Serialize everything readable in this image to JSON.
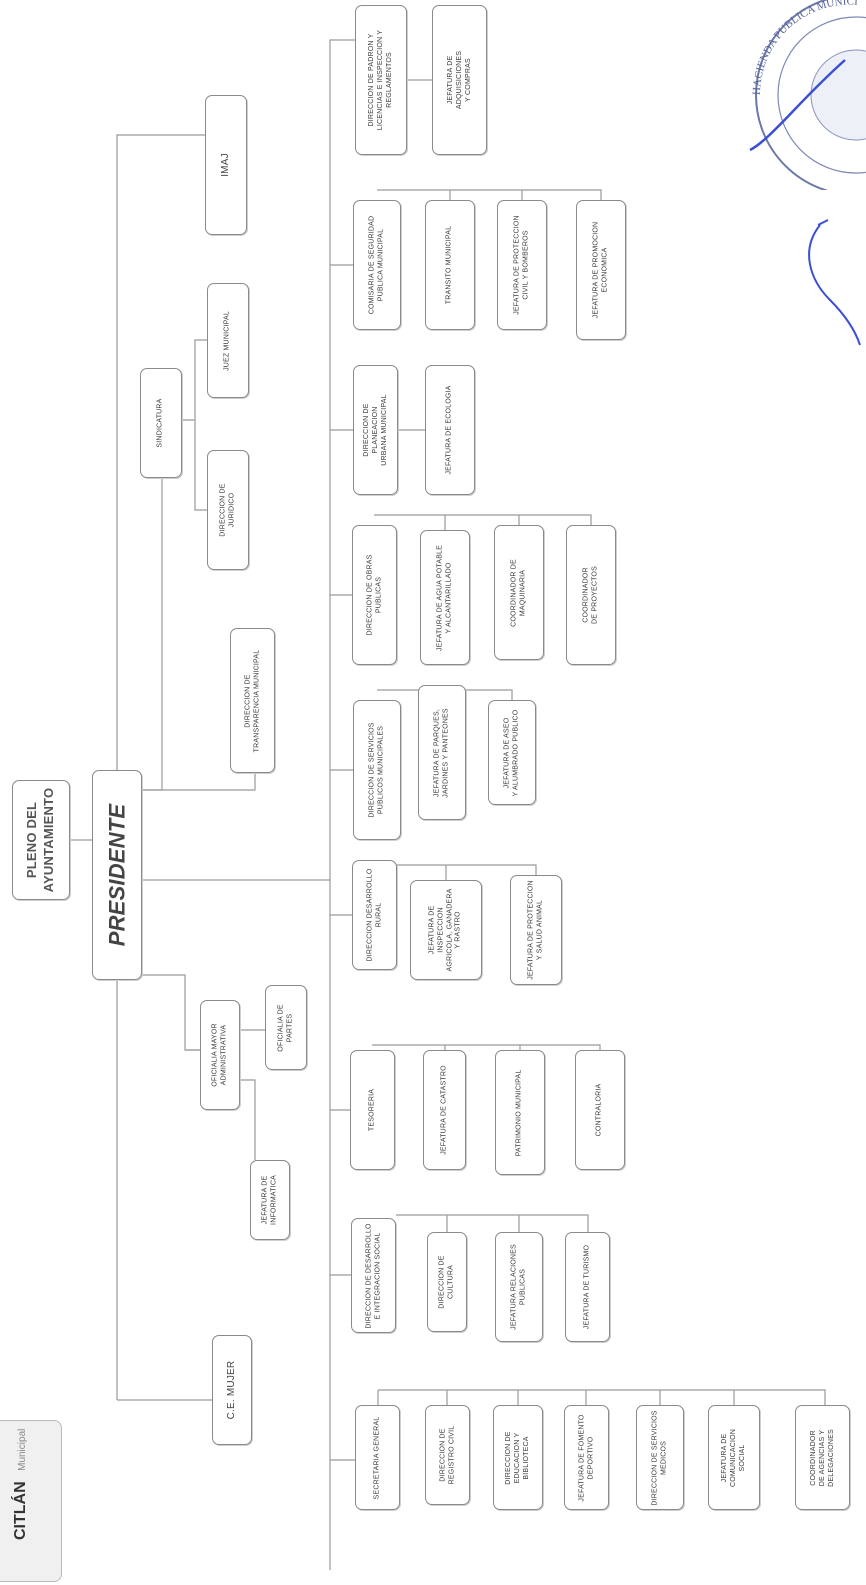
{
  "chart_data": {
    "type": "org_chart",
    "nodes": [
      {
        "id": "pleno",
        "label": "PLENO DEL\nAYUNTAMIENTO"
      },
      {
        "id": "presidente",
        "label": "PRESIDENTE"
      },
      {
        "id": "cemujer",
        "label": "C.E. MUJER"
      },
      {
        "id": "oficialia",
        "label": "OFICIALIA MAYOR\nADMINISTRATIVA"
      },
      {
        "id": "partes",
        "label": "OFICIALIA DE\nPARTES"
      },
      {
        "id": "informatica",
        "label": "JEFATURA DE\nINFORMATICA"
      },
      {
        "id": "transparencia",
        "label": "DIRECCION DE\nTRANSPARENCIA MUNICIPAL"
      },
      {
        "id": "sindicatura",
        "label": "SINDICATURA"
      },
      {
        "id": "juridico",
        "label": "DIRECCION DE\nJURIDICO"
      },
      {
        "id": "juez",
        "label": "JUEZ MUNICIPAL"
      },
      {
        "id": "imaj",
        "label": "IMAJ"
      },
      {
        "id": "secgen",
        "label": "SECRETARIA GENERAL"
      },
      {
        "id": "regcivil",
        "label": "DIRECCION DE\nREGISTRO CIVIL"
      },
      {
        "id": "educacion",
        "label": "DIRECCION DE EDUCACION Y\nBIBLIOTECA"
      },
      {
        "id": "fomento",
        "label": "JEFATURA DE FOMENTO\nDEPORTIVO"
      },
      {
        "id": "medicos",
        "label": "DIRECCION DE SERVICIOS\nMEDICOS"
      },
      {
        "id": "comunicacion",
        "label": "JEFATURA DE\nCOMUNICACION\nSOCIAL"
      },
      {
        "id": "agencias",
        "label": "COORDINADOR\nDE AGENCIAS Y\nDELEGACIONES"
      },
      {
        "id": "desarrollosocial",
        "label": "DIRECCION DE DESARROLLO\nE INTEGRACION SOCIAL"
      },
      {
        "id": "cultura",
        "label": "DIRECCION DE\nCULTURA"
      },
      {
        "id": "relaciones",
        "label": "JEFATURA RELACIONES\nPUBLICAS"
      },
      {
        "id": "turismo",
        "label": "JEFATURA DE TURISMO"
      },
      {
        "id": "tesoreria",
        "label": "TESORERIA"
      },
      {
        "id": "catastro",
        "label": "JEFATURA DE CATASTRO"
      },
      {
        "id": "patrimonio",
        "label": "PATRIMONIO MUNICIPAL"
      },
      {
        "id": "contraloria",
        "label": "CONTRALORIA"
      },
      {
        "id": "rural",
        "label": "DIRECCION DESARROLLO\nRURAL"
      },
      {
        "id": "inspeccion",
        "label": "JEFATURA DE INSPECCION\nAGRICOLA, GANADERA\nY RASTRO"
      },
      {
        "id": "salud",
        "label": "JEFATURA DE PROTECCION\nY SALUD ANIMAL"
      },
      {
        "id": "servicios",
        "label": "DIRECCION DE SERVICIOS\nPUBLICOS MUNICIPALES"
      },
      {
        "id": "parques",
        "label": "JEFATURA DE PARQUES,\nJARDINES Y PANTEONES"
      },
      {
        "id": "aseo",
        "label": "JEFATURA DE ASEO\nY ALUMBRADO PUBLICO"
      },
      {
        "id": "obras",
        "label": "DIRECCION DE OBRAS\nPUBLICAS"
      },
      {
        "id": "agua",
        "label": "JEFATURA DE AGUA POTABLE\nY ALCANTARILLADO"
      },
      {
        "id": "maquinaria",
        "label": "COORDINADOR DE\nMAQUINARIA"
      },
      {
        "id": "proyectos",
        "label": "COORDINADOR\nDE PROYECTOS"
      },
      {
        "id": "planeacion",
        "label": "DIRECCION DE\nPLANEACION\nURBANA MUNICIPAL"
      },
      {
        "id": "ecologia",
        "label": "JEFATURA DE ECOLOGIA"
      },
      {
        "id": "seguridad",
        "label": "COMISARIA DE SEGURIDAD\nPUBLICA MUNICIPAL"
      },
      {
        "id": "transito",
        "label": "TRANSITO MUNICIPAL"
      },
      {
        "id": "proteccioncivil",
        "label": "JEFATURA DE PROTECCION\nCIVIL Y BOMBEROS"
      },
      {
        "id": "promocion",
        "label": "JEFATURA DE PROMOCION\nECONOMICA"
      },
      {
        "id": "padron",
        "label": "DIRECCION DE PADRON Y\nLICENCIAS E INSPECCION Y\nREGLAMENTOS"
      },
      {
        "id": "adquisiciones",
        "label": "JEFATURA DE\nADQUISICIONES\nY COMPRAS"
      }
    ],
    "edges": [
      [
        "pleno",
        "presidente"
      ],
      [
        "presidente",
        "cemujer"
      ],
      [
        "presidente",
        "oficialia"
      ],
      [
        "presidente",
        "transparencia"
      ],
      [
        "presidente",
        "sindicatura"
      ],
      [
        "presidente",
        "imaj"
      ],
      [
        "oficialia",
        "partes"
      ],
      [
        "oficialia",
        "informatica"
      ],
      [
        "sindicatura",
        "juridico"
      ],
      [
        "sindicatura",
        "juez"
      ],
      [
        "presidente",
        "secgen"
      ],
      [
        "presidente",
        "desarrollosocial"
      ],
      [
        "presidente",
        "tesoreria"
      ],
      [
        "presidente",
        "rural"
      ],
      [
        "presidente",
        "servicios"
      ],
      [
        "presidente",
        "obras"
      ],
      [
        "presidente",
        "planeacion"
      ],
      [
        "presidente",
        "seguridad"
      ],
      [
        "presidente",
        "padron"
      ],
      [
        "secgen",
        "regcivil"
      ],
      [
        "secgen",
        "educacion"
      ],
      [
        "secgen",
        "fomento"
      ],
      [
        "secgen",
        "medicos"
      ],
      [
        "secgen",
        "comunicacion"
      ],
      [
        "secgen",
        "agencias"
      ],
      [
        "desarrollosocial",
        "cultura"
      ],
      [
        "desarrollosocial",
        "relaciones"
      ],
      [
        "desarrollosocial",
        "turismo"
      ],
      [
        "tesoreria",
        "catastro"
      ],
      [
        "tesoreria",
        "patrimonio"
      ],
      [
        "tesoreria",
        "contraloria"
      ],
      [
        "rural",
        "inspeccion"
      ],
      [
        "rural",
        "salud"
      ],
      [
        "servicios",
        "parques"
      ],
      [
        "servicios",
        "aseo"
      ],
      [
        "obras",
        "agua"
      ],
      [
        "obras",
        "maquinaria"
      ],
      [
        "obras",
        "proyectos"
      ],
      [
        "planeacion",
        "ecologia"
      ],
      [
        "seguridad",
        "transito"
      ],
      [
        "seguridad",
        "proteccioncivil"
      ],
      [
        "seguridad",
        "promocion"
      ],
      [
        "padron",
        "adquisiciones"
      ]
    ]
  },
  "seal": {
    "text": "HACIENDA PUBLICA MUNICIPAL · ESTADOS UNIDOS MEXICANOS"
  },
  "logo": {
    "title": "CITLÁN",
    "subtitle": "Municipal"
  }
}
